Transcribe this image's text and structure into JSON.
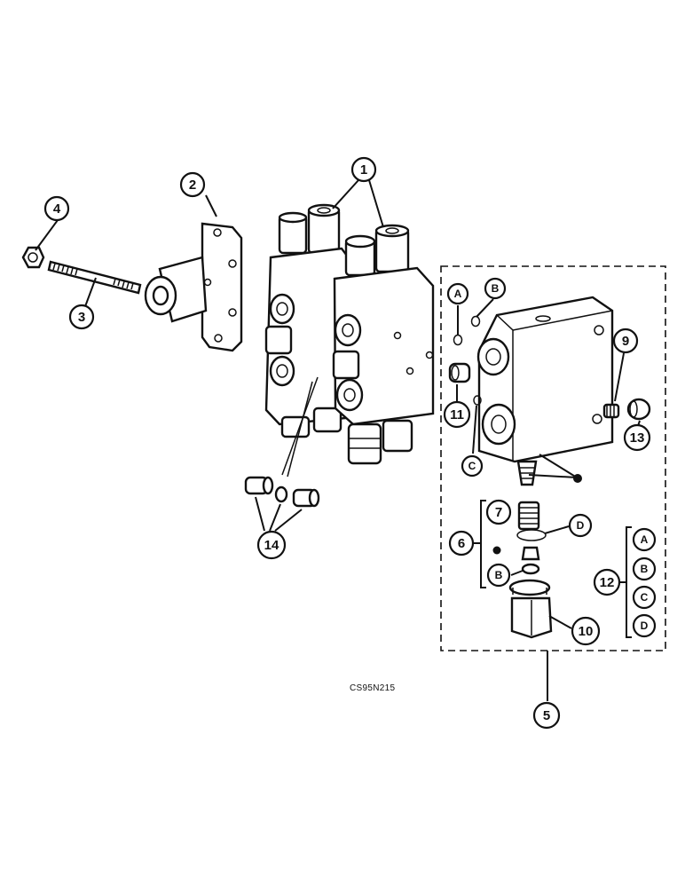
{
  "diagram": {
    "image_code": "CS95N215",
    "callouts": {
      "c1": "1",
      "c2": "2",
      "c3": "3",
      "c4": "4",
      "c5": "5",
      "c6": "6",
      "c7": "7",
      "c9": "9",
      "c10": "10",
      "c11": "11",
      "c12": "12",
      "c13": "13",
      "c14": "14"
    },
    "letters": {
      "a_top": "A",
      "b_top": "B",
      "c_left": "C",
      "d_right": "D",
      "b_lower": "B",
      "a_kit": "A",
      "b_kit": "B",
      "c_kit": "C",
      "d_kit": "D"
    }
  }
}
